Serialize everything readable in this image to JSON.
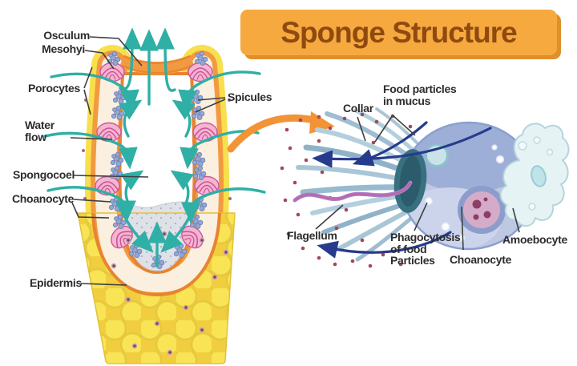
{
  "banner": {
    "title": "Sponge Structure"
  },
  "sponge": {
    "labels": {
      "osculum": "Osculum",
      "mesohyl": "Mesohyi",
      "porocytes": "Porocytes",
      "water_flow": "Water flow",
      "spongocoel": "Spongocoel",
      "choanocyte": "Choanocyte",
      "epidermis": "Epidermis",
      "spicules": "Spicules"
    }
  },
  "cell": {
    "labels": {
      "collar": "Collar",
      "food_particles": "Food particles in mucus",
      "flagellum": "Flagellum",
      "phagocytosis": "Phagocytosis of food Particles",
      "choanocyte": "Choanocyte",
      "amoebocyte": "Amoebocyte"
    }
  },
  "colors": {
    "banner_bg": "#F6A93F",
    "banner_shadow": "#DF8F2B",
    "banner_text": "#8F4A10",
    "label_text": "#2D2D2D",
    "epidermis_yellow": "#F8E455",
    "wall_orange": "#F29A41",
    "water_arrow_teal": "#2FAFA6",
    "flow_arrow_navy": "#273B8C",
    "zoom_arrow_orange": "#F29336",
    "food_particle_red": "#A4485A",
    "cell_body_blue": "#BFC8E3",
    "nucleus_pink": "#D5ABCA",
    "amoebocyte_pale": "#E6F3F5"
  }
}
